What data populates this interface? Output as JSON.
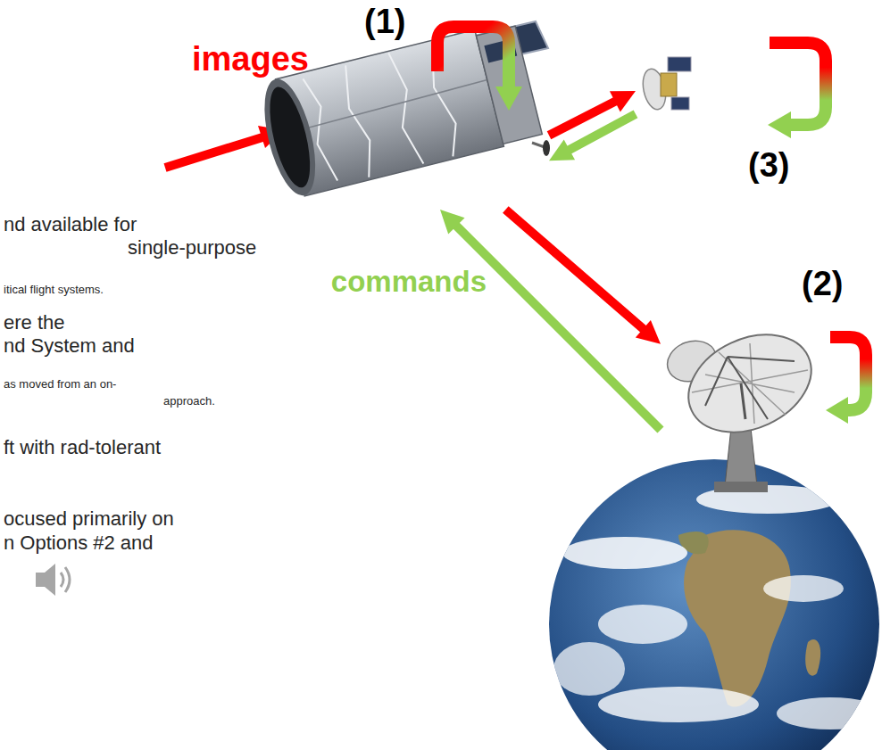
{
  "diagram": {
    "nodes": [
      {
        "text": [
          "(1)"
        ]
      },
      {
        "text": [
          "(2)"
        ]
      },
      {
        "text": [
          "(3)"
        ]
      }
    ],
    "edges": [
      {
        "from": 0,
        "to": 2,
        "arrow": "to"
      },
      {
        "from": 2,
        "to": 0,
        "arrow": "to"
      },
      {
        "from": 0,
        "to": 1,
        "arrow": "to"
      },
      {
        "from": 1,
        "to": 0,
        "arrow": "to"
      }
    ],
    "labels": [
      "images",
      "commands",
      "nd available for",
      "single-purpose",
      "itical flight systems.",
      "ere the",
      "nd System and",
      "as moved from an on-",
      "approach.",
      "ft with rad-tolerant",
      "ocused primarily on",
      "n Options #2 and"
    ]
  }
}
